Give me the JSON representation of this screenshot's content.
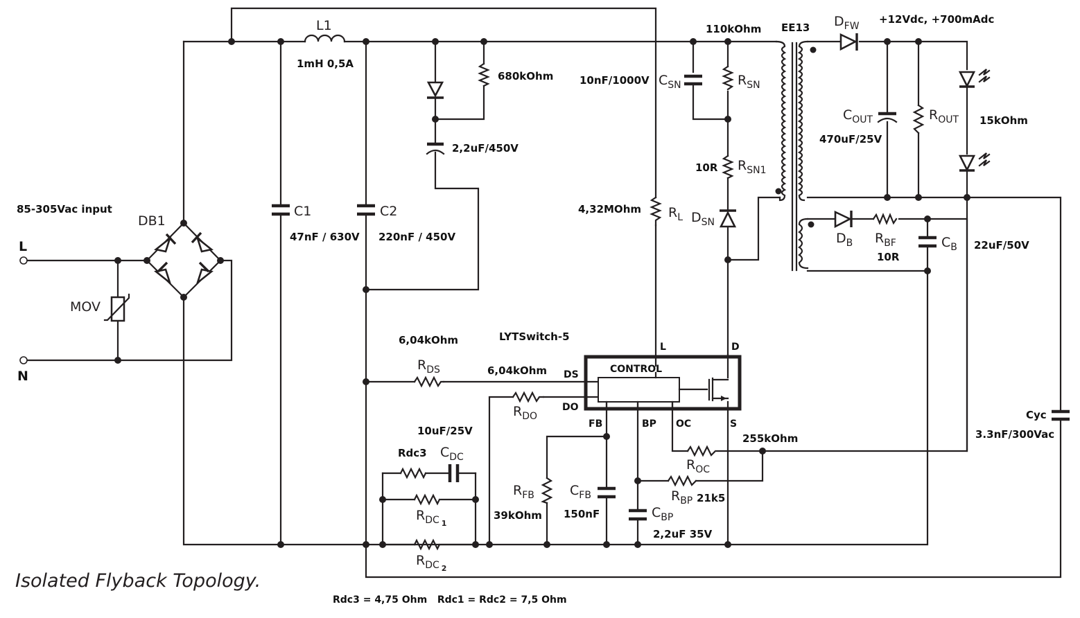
{
  "title": "Isolated Flyback Topology.",
  "footnote": "Rdc3 = 4,75 Ohm   Rdc1 = Rdc2 = 7,5 Ohm",
  "input": {
    "label": "85-305Vac input",
    "line_terminal": "L",
    "neutral_terminal": "N"
  },
  "output": {
    "label": "+12Vdc, +700mAdc"
  },
  "ic": {
    "name": "LYTSwitch-5",
    "block_label": "CONTROL",
    "pins": {
      "L": "L",
      "D": "D",
      "DS": "DS",
      "DO": "DO",
      "FB": "FB",
      "BP": "BP",
      "OC": "OC",
      "S": "S"
    }
  },
  "components": {
    "mov": {
      "name": "MOV"
    },
    "db1": {
      "name": "DB1"
    },
    "l1": {
      "name": "L1",
      "value": "1mH 0,5A"
    },
    "c1": {
      "name": "C1",
      "value": "47nF / 630V"
    },
    "c2": {
      "name": "C2",
      "value": "220nF / 450V"
    },
    "r_valley": {
      "value": "680kOhm"
    },
    "c_valley": {
      "value": "2,2uF/450V"
    },
    "csn": {
      "name": "C",
      "sub": "SN",
      "value": "10nF/1000V"
    },
    "rsn": {
      "name": "R",
      "sub": "SN",
      "value": "110kOhm"
    },
    "rsn1": {
      "name": "R",
      "sub": "SN1",
      "value": "10R"
    },
    "dsn": {
      "name": "D",
      "sub": "SN"
    },
    "rl": {
      "name": "R",
      "sub": "L",
      "value": "4,32MOhm"
    },
    "transformer": {
      "name": "EE13"
    },
    "dfw": {
      "name": "D",
      "sub": "FW"
    },
    "cout": {
      "name": "C",
      "sub": "OUT",
      "value": "470uF/25V"
    },
    "rout": {
      "name": "R",
      "sub": "OUT",
      "value": "15kOhm"
    },
    "db": {
      "name": "D",
      "sub": "B"
    },
    "rbf": {
      "name": "R",
      "sub": "BF",
      "value": "10R"
    },
    "cb": {
      "name": "C",
      "sub": "B",
      "value": "22uF/50V"
    },
    "cyc": {
      "name": "Cyc",
      "value": "3.3nF/300Vac"
    },
    "rds": {
      "name": "R",
      "sub": "DS",
      "value": "6,04kOhm",
      "value2": "6,04kOhm"
    },
    "rdo": {
      "name": "R",
      "sub": "DO"
    },
    "rdc3": {
      "name": "Rdc3"
    },
    "cdc": {
      "name": "C",
      "sub": "DC",
      "value": "10uF/25V"
    },
    "rdc1": {
      "name": "R",
      "sub": "DC",
      "idx": "1"
    },
    "rdc2": {
      "name": "R",
      "sub": "DC",
      "idx": "2"
    },
    "rfb": {
      "name": "R",
      "sub": "FB",
      "value": "39kOhm"
    },
    "cfb": {
      "name": "C",
      "sub": "FB",
      "value": "150nF"
    },
    "cbp": {
      "name": "C",
      "sub": "BP",
      "value": "2,2uF 35V"
    },
    "rbp": {
      "name": "R",
      "sub": "BP",
      "value": "21k5"
    },
    "roc": {
      "name": "R",
      "sub": "OC",
      "value": "255kOhm"
    }
  }
}
